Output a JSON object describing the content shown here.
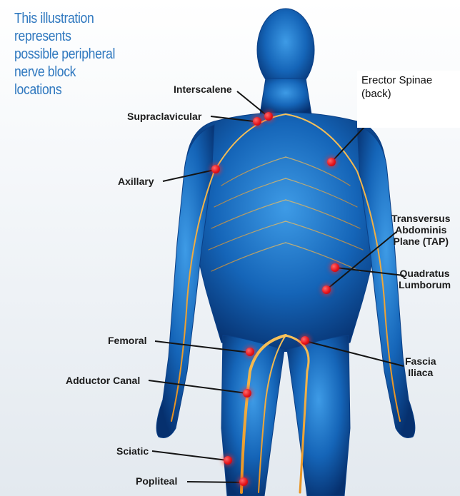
{
  "intro": {
    "lines": [
      "This illustration",
      "represents",
      "possible peripheral",
      "nerve block",
      "locations"
    ]
  },
  "labels": {
    "interscalene": "Interscalene",
    "supraclavicular": "Supraclavicular",
    "axillary": "Axillary",
    "erector_spinae_line1": "Erector Spinae",
    "erector_spinae_line2": "(back)",
    "tap_line1": "Transversus",
    "tap_line2": "Abdominis",
    "tap_line3": "Plane (TAP)",
    "quadratus_line1": "Quadratus",
    "quadratus_line2": "Lumborum",
    "femoral": "Femoral",
    "fascia_line1": "Fascia",
    "fascia_line2": "Iliaca",
    "adductor_canal": "Adductor Canal",
    "sciatic": "Sciatic",
    "popliteal": "Popliteal"
  },
  "colors": {
    "title_blue": "#2f78bf",
    "body_blue": "#1565b8",
    "nerve_orange": "#f2a12a",
    "block_red": "#e8141c"
  }
}
